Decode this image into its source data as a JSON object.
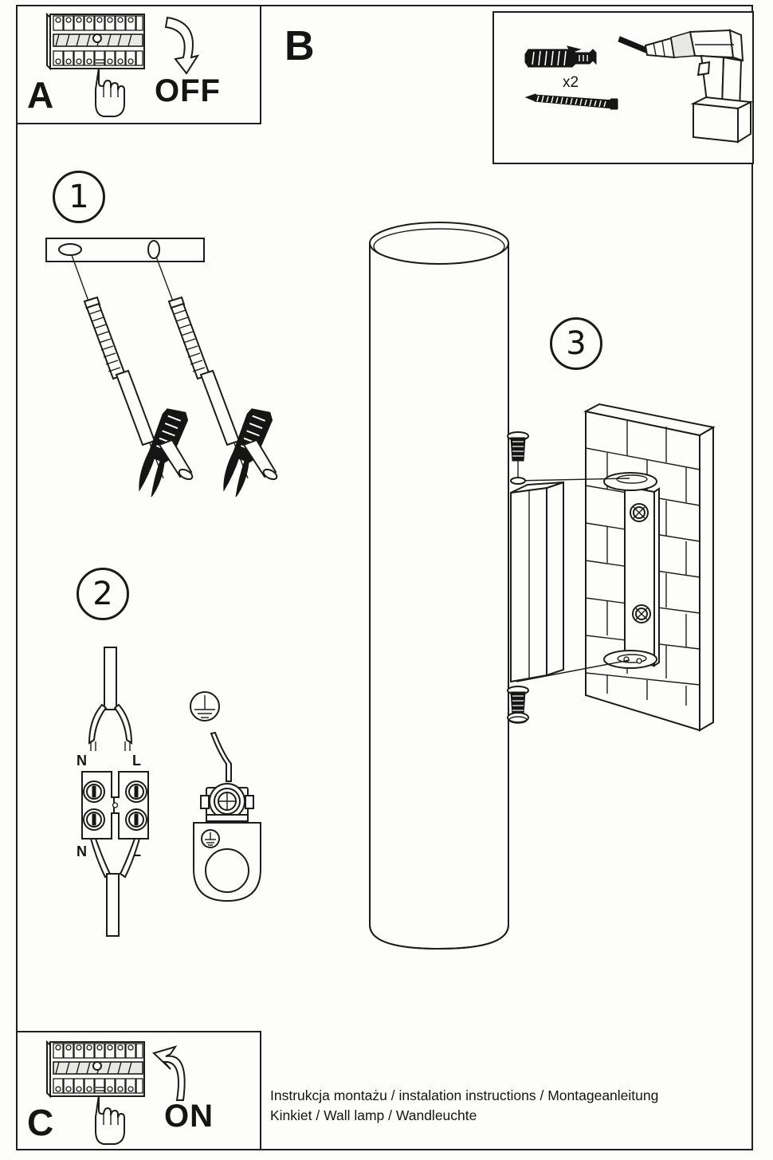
{
  "document": {
    "type": "installation-instruction-sheet",
    "caption_line_1": "Instrukcja montażu / instalation instructions / Montageanleitung",
    "caption_line_2": "Kinkiet / Wall lamp / Wandleuchte"
  },
  "panels": {
    "a": {
      "letter": "A",
      "action_label": "OFF",
      "icon": "circuit-breaker-panel-with-hand",
      "arrow": "curved-arrow-down"
    },
    "b": {
      "letter": "B",
      "quantity_label": "x2",
      "items": [
        "wall-plug-anchor",
        "wood-screw",
        "power-drill"
      ]
    },
    "c": {
      "letter": "C",
      "action_label": "ON",
      "icon": "circuit-breaker-panel-with-hand",
      "arrow": "curved-arrow-up"
    }
  },
  "steps": [
    {
      "number": "1",
      "illustration": "mounting-plate-with-two-slots-screws-and-wall-anchors"
    },
    {
      "number": "2",
      "illustration": "terminal-block-wiring-and-earth-connection",
      "terminal_labels_top": {
        "left": "N",
        "right": "L"
      },
      "terminal_labels_bottom": {
        "left": "N",
        "right": "L"
      },
      "earth_symbol": "earth-ground-symbol"
    },
    {
      "number": "3",
      "illustration": "lamp-bracket-mounted-to-brick-wall-with-screws"
    }
  ],
  "product": {
    "illustration": "cylindrical-wall-lamp-tube"
  },
  "colors": {
    "ink": "#1c1c1c",
    "paper": "#fdfdfb",
    "shade": "#e8e8e6"
  }
}
